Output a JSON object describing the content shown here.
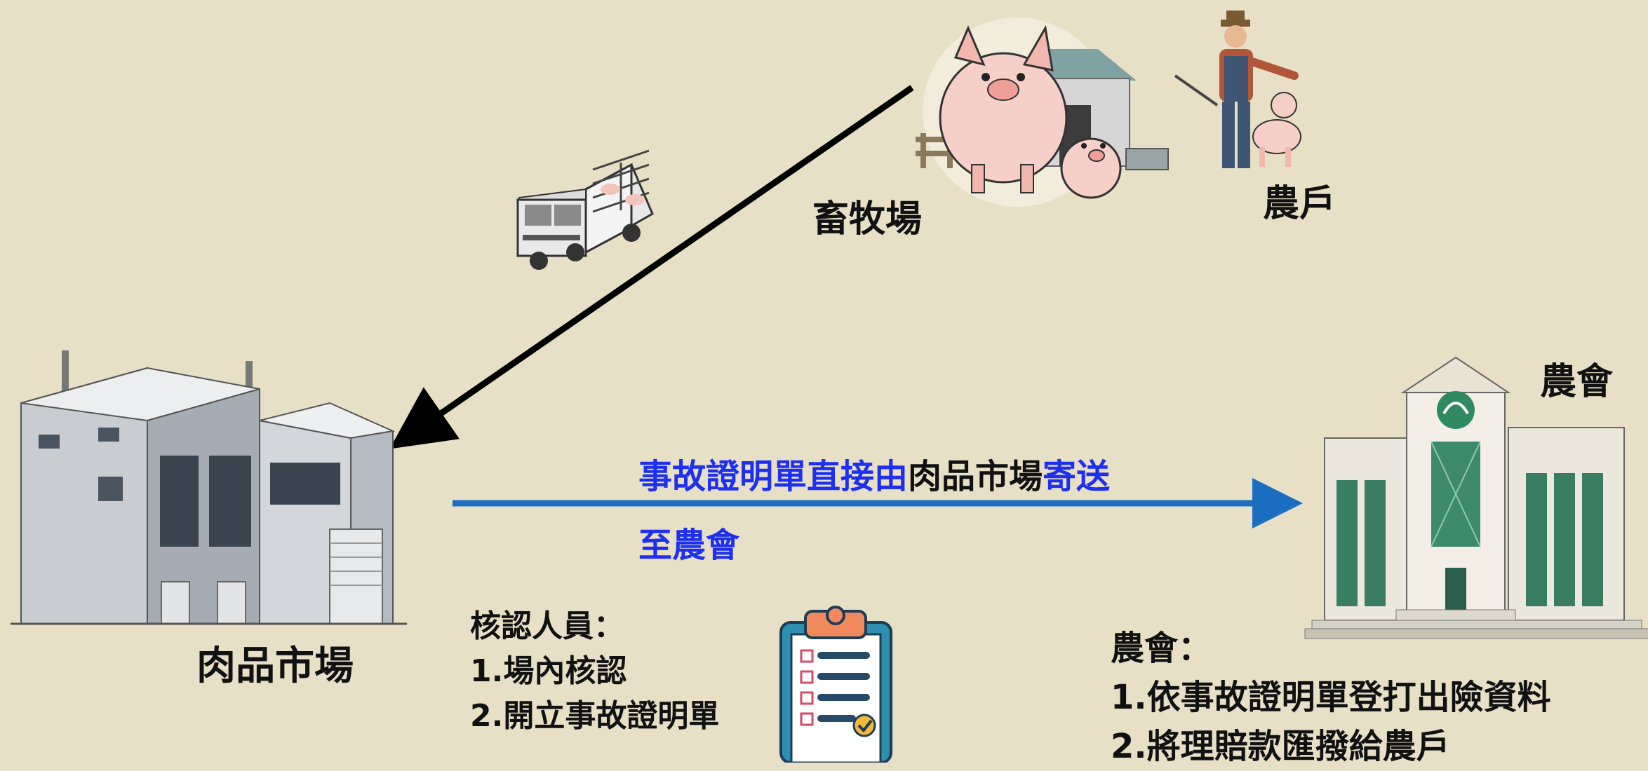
{
  "labels": {
    "farm": "畜牧場",
    "farmer": "農戶",
    "meat_market": "肉品市場",
    "farmers_association": "農會"
  },
  "message": {
    "part1": "事故證明單直接由",
    "part2": "肉品市場",
    "part3": "寄送",
    "line2": "至農會"
  },
  "inspector": {
    "title": "核認人員：",
    "item1": "1.場內核認",
    "item2": "2.開立事故證明單"
  },
  "association_note": {
    "title": "農會：",
    "item1": "1.依事故證明單登打出險資料",
    "item2": "2.將理賠款匯撥給農戶"
  },
  "colors": {
    "background": "#e7dfc6",
    "arrow_black": "#000000",
    "arrow_blue": "#1c6fc0",
    "text_blue": "#1d2ff0",
    "text_black": "#111111"
  },
  "icons": [
    "pig-farm-icon",
    "farmer-icon",
    "livestock-truck-icon",
    "meat-market-factory-icon",
    "farmers-association-building-icon",
    "checklist-clipboard-icon"
  ]
}
